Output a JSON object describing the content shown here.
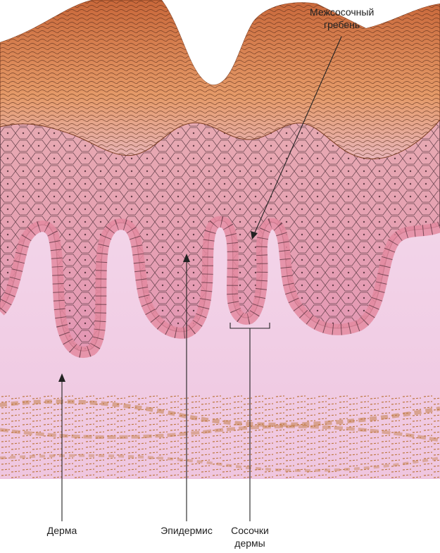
{
  "labels": {
    "interpapillary_ridge_line1": "Межсосочный",
    "interpapillary_ridge_line2": "гребень",
    "dermis": "Дерма",
    "epidermis": "Эпидермис",
    "dermal_papillae_line1": "Сосочки",
    "dermal_papillae_line2": "дермы"
  },
  "colors": {
    "stratum_corneum": "#cf7a4a",
    "stratum_corneum_light": "#e6a070",
    "epidermis_cells": "#e5a6c2",
    "basal_cells": "#e3879f",
    "dermis": "#f2cfe6",
    "collagen": "#d08a4a",
    "cell_outline": "#3a2a30",
    "leader_line": "#222222"
  }
}
